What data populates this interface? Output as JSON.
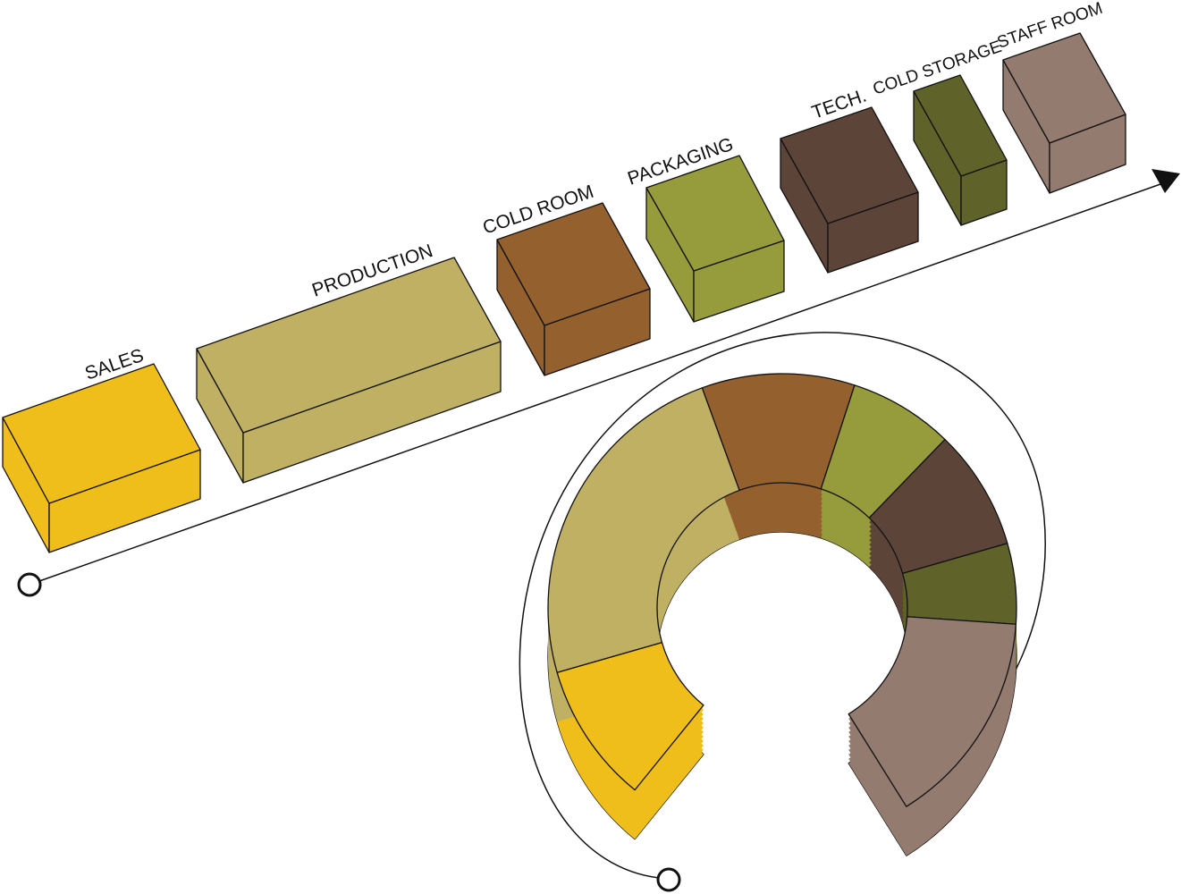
{
  "title": "Spatial sequence diagram",
  "spaces": [
    {
      "id": "sales",
      "label": "SALES",
      "color": "#F0BE1A"
    },
    {
      "id": "production",
      "label": "PRODUCTION",
      "color": "#BFB063"
    },
    {
      "id": "cold-room",
      "label": "COLD ROOM",
      "color": "#93602E"
    },
    {
      "id": "packaging",
      "label": "PACKAGING",
      "color": "#969B3C"
    },
    {
      "id": "tech",
      "label": "TECH.",
      "color": "#5C4538"
    },
    {
      "id": "cold-storage",
      "label": "COLD STORAGE",
      "color": "#5F6229"
    },
    {
      "id": "staff-room",
      "label": "STAFF ROOM",
      "color": "#937B6F"
    }
  ],
  "inner_wall_color": "#5C4538"
}
